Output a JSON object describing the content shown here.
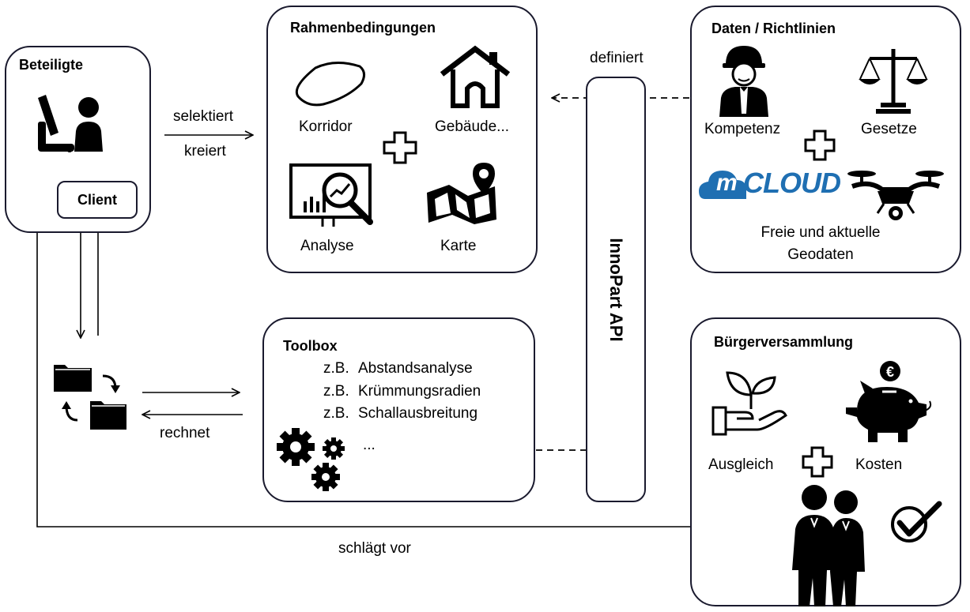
{
  "beteiligte": {
    "title": "Beteiligte",
    "client": "Client"
  },
  "rahmen": {
    "title": "Rahmenbedingungen",
    "korridor": "Korridor",
    "gebaeude": "Gebäude...",
    "analyse": "Analyse",
    "karte": "Karte"
  },
  "daten": {
    "title": "Daten / Richtlinien",
    "kompetenz": "Kompetenz",
    "gesetze": "Gesetze",
    "mcloud_m": "m",
    "mcloud_cloud": "CLOUD",
    "geodaten": "Freie und aktuelle Geodaten"
  },
  "toolbox": {
    "title": "Toolbox",
    "items": [
      {
        "prefix": "z.B.",
        "name": "Abstandsanalyse"
      },
      {
        "prefix": "z.B.",
        "name": "Krümmungsradien"
      },
      {
        "prefix": "z.B.",
        "name": "Schallausbreitung"
      }
    ],
    "more": "..."
  },
  "buerger": {
    "title": "Bürgerversammlung",
    "ausgleich": "Ausgleich",
    "kosten": "Kosten",
    "euro": "€"
  },
  "api": {
    "label": "InnoPart API"
  },
  "edges": {
    "selektiert": "selektiert",
    "kreiert": "kreiert",
    "definiert": "definiert",
    "rechnet": "rechnet",
    "schlaegt_vor": "schlägt vor"
  },
  "colors": {
    "stroke": "#1a1a2e",
    "mcloud": "#1f6fb2"
  }
}
